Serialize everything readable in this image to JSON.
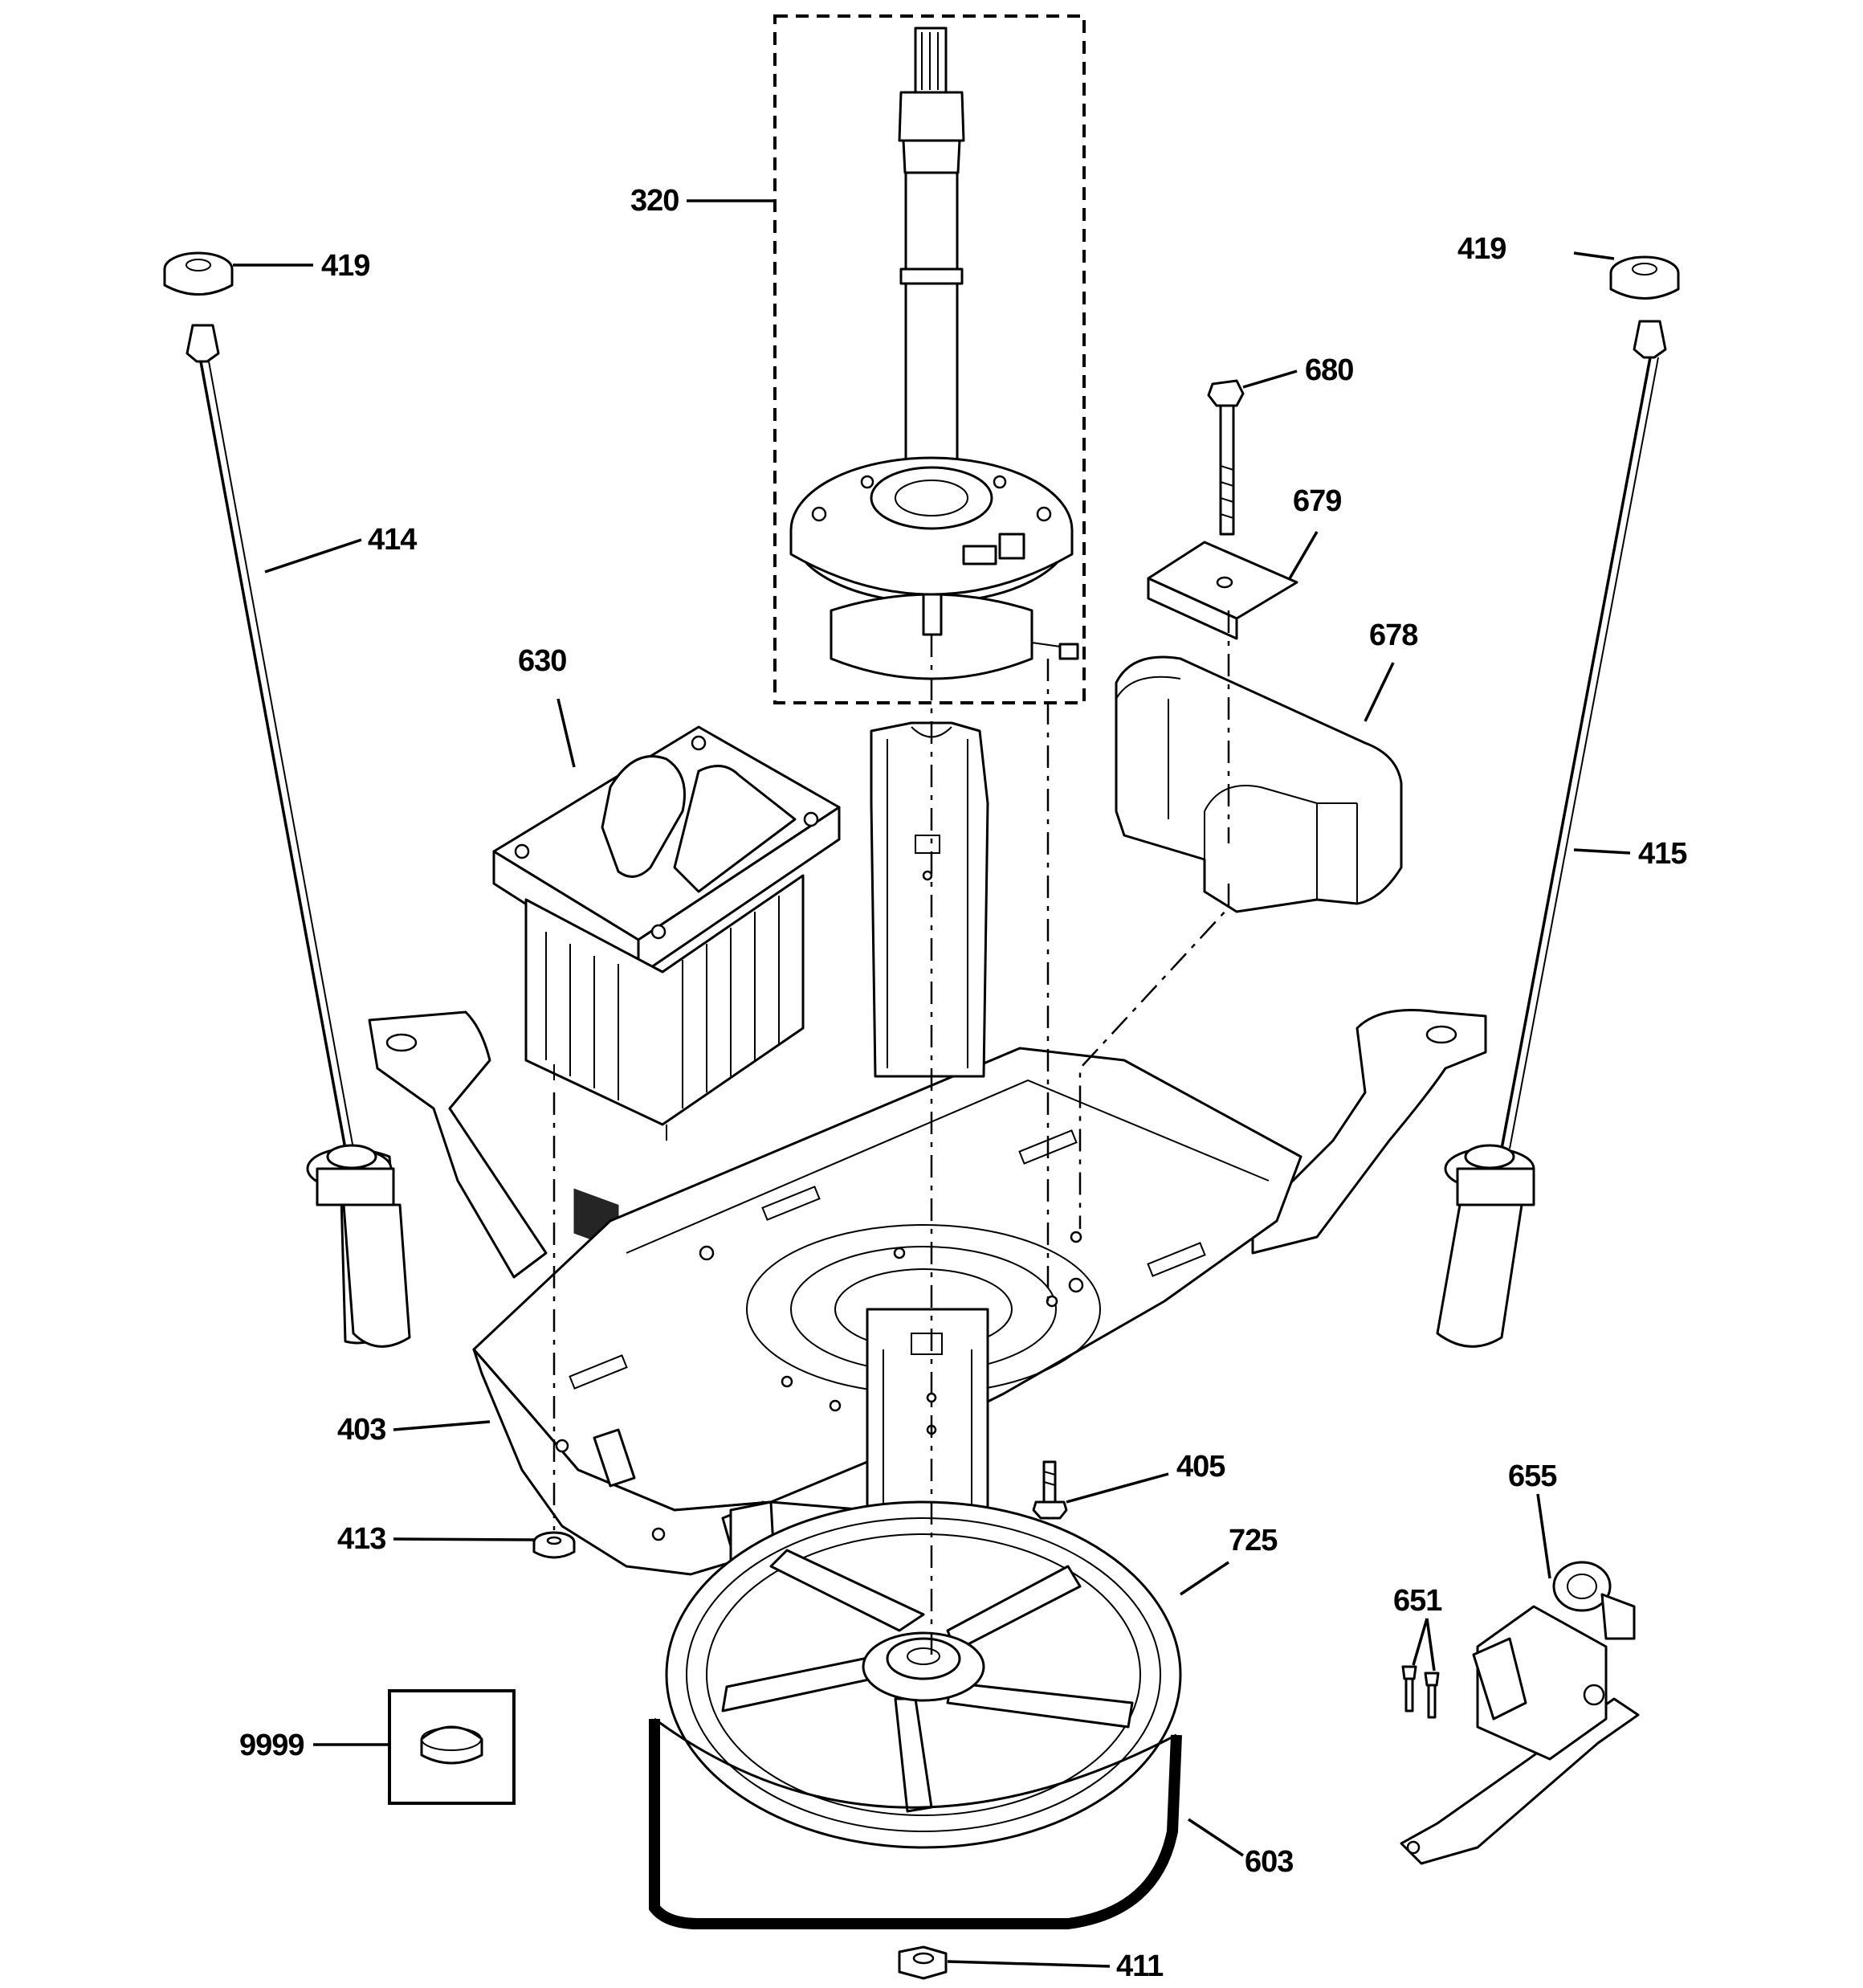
{
  "callouts": {
    "c320": "320",
    "c419_left": "419",
    "c419_right": "419",
    "c414": "414",
    "c415": "415",
    "c680": "680",
    "c679": "679",
    "c678": "678",
    "c630": "630",
    "c403": "403",
    "c405": "405",
    "c413": "413",
    "c655": "655",
    "c651": "651",
    "c725": "725",
    "c9999": "9999",
    "c603": "603",
    "c411": "411"
  }
}
